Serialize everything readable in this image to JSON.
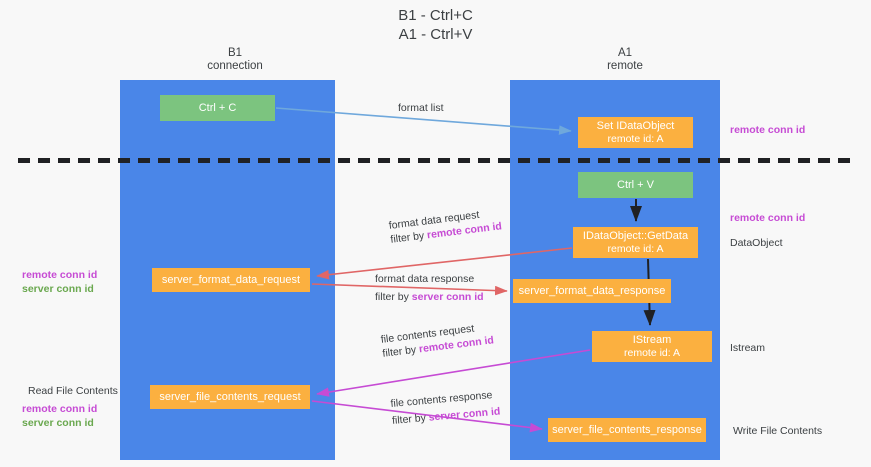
{
  "diagram": {
    "title_line1": "B1 - Ctrl+C",
    "title_line2": "A1 - Ctrl+V",
    "columns": [
      {
        "id": "b1",
        "line1": "B1",
        "line2": "connection",
        "color": "#4a86e8"
      },
      {
        "id": "a1",
        "line1": "A1",
        "line2": "remote",
        "color": "#4a86e8"
      }
    ],
    "nodes": {
      "ctrl_c": {
        "label": "Ctrl + C",
        "color": "#7cc47f"
      },
      "set_idataobject": {
        "label": "Set IDataObject",
        "sub": "remote id: A",
        "color": "#fbb040"
      },
      "ctrl_v": {
        "label": "Ctrl + V",
        "color": "#7cc47f"
      },
      "getdata": {
        "label": "IDataObject::GetData",
        "sub": "remote id: A",
        "color": "#fbb040"
      },
      "server_format_data_request": {
        "label": "server_format_data_request",
        "color": "#fbb040"
      },
      "server_format_data_response": {
        "label": "server_format_data_response",
        "color": "#fbb040"
      },
      "istream": {
        "label": "IStream",
        "sub": "remote id: A",
        "color": "#fbb040"
      },
      "server_file_contents_request": {
        "label": "server_file_contents_request",
        "color": "#fbb040"
      },
      "server_file_contents_response": {
        "label": "server_file_contents_response",
        "color": "#fbb040"
      }
    },
    "edges": {
      "format_list": {
        "label": "format list",
        "color": "#6fa8dc"
      },
      "format_data_request": {
        "label": "format data request",
        "filter_prefix": "filter by ",
        "filter_key": "remote conn id",
        "color": "#e06666"
      },
      "format_data_response": {
        "label": "format data response",
        "filter_prefix": "filter by ",
        "filter_key": "server conn id",
        "color": "#e06666"
      },
      "file_contents_request": {
        "label": "file contents request",
        "filter_prefix": "filter by ",
        "filter_key": "remote conn id",
        "color": "#c64bd4"
      },
      "file_contents_response": {
        "label": "file contents response",
        "filter_prefix": "filter by ",
        "filter_key": "server conn id",
        "color": "#c64bd4"
      }
    },
    "annotations": {
      "right_remote_conn_top": "remote conn id",
      "right_remote_conn_mid": "remote conn id",
      "right_dataobject": "DataObject",
      "right_istream": "Istream",
      "right_write_file_contents": "Write File Contents",
      "left_remote_conn": "remote conn id",
      "left_server_conn": "server conn id",
      "left_read_file_contents": "Read File Contents",
      "left_remote_conn2": "remote conn id",
      "left_server_conn2": "server conn id"
    },
    "colors": {
      "lane": "#4a86e8",
      "green_node": "#7cc47f",
      "orange_node": "#fbb040",
      "remote_conn": "#c64bd4",
      "server_conn": "#6aa84f",
      "red_arrow": "#e06666",
      "blue_arrow": "#6fa8dc",
      "purple_arrow": "#c64bd4",
      "black_arrow": "#202124",
      "background": "#f8f8f8"
    }
  }
}
